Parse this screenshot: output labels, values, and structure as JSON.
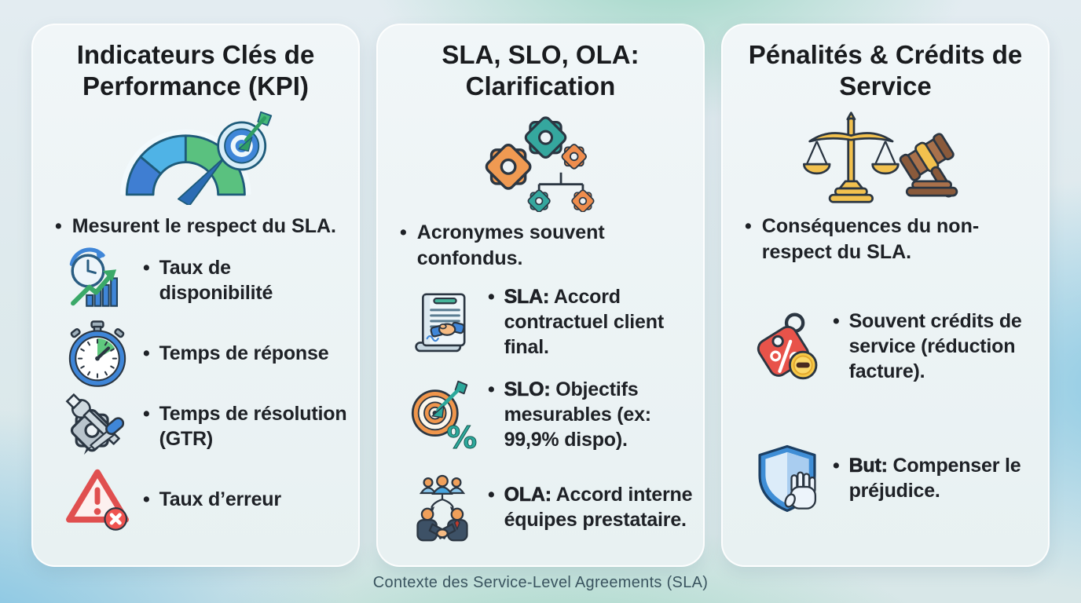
{
  "columns": [
    {
      "title": "Indicateurs Clés de Performance (KPI)",
      "header_icon": "gauge-target-icon",
      "intro": "Mesurent le respect du SLA.",
      "items": [
        {
          "icon": "availability-trend-icon",
          "text": "Taux de disponibilité"
        },
        {
          "icon": "stopwatch-icon",
          "text": "Temps de réponse"
        },
        {
          "icon": "repair-tools-icon",
          "text": "Temps de résolution (GTR)"
        },
        {
          "icon": "error-warning-icon",
          "text": "Taux d’erreur"
        }
      ]
    },
    {
      "title": "SLA, SLO, OLA: Clarification",
      "header_icon": "gears-hierarchy-icon",
      "intro": "Acronymes souvent confondus.",
      "items": [
        {
          "icon": "contract-handshake-icon",
          "bold": "SLA:",
          "text": " Accord contractuel client final."
        },
        {
          "icon": "target-percent-icon",
          "bold": "SLO:",
          "text": " Objectifs mesurables (ex: 99,9% dispo)."
        },
        {
          "icon": "team-agreement-icon",
          "bold": "OLA:",
          "text": " Accord interne équipes prestataire."
        }
      ]
    },
    {
      "title": "Pénalités & Crédits de Service",
      "header_icon": "scales-gavel-icon",
      "intro": "Conséquences du non-respect du SLA.",
      "items": [
        {
          "icon": "discount-tag-icon",
          "text": "Souvent crédits de service (réduction facture)."
        },
        {
          "icon": "shield-hand-icon",
          "bold": "But:",
          "text": " Compenser le préjudice."
        }
      ]
    }
  ],
  "footer": {
    "caption": "Contexte des Service-Level Agreements (SLA)"
  },
  "colors": {
    "background_blue": "#8ec9e6",
    "background_mint": "#bfe3d4",
    "card_bg": "#edf3f6",
    "text": "#1e2126",
    "caption": "#3a545f",
    "teal": "#35a79e",
    "orange": "#f09a52",
    "blue": "#3f86d8",
    "green": "#46b87a",
    "red": "#e8534a",
    "gold": "#f2c14e",
    "brown": "#a9714b"
  }
}
